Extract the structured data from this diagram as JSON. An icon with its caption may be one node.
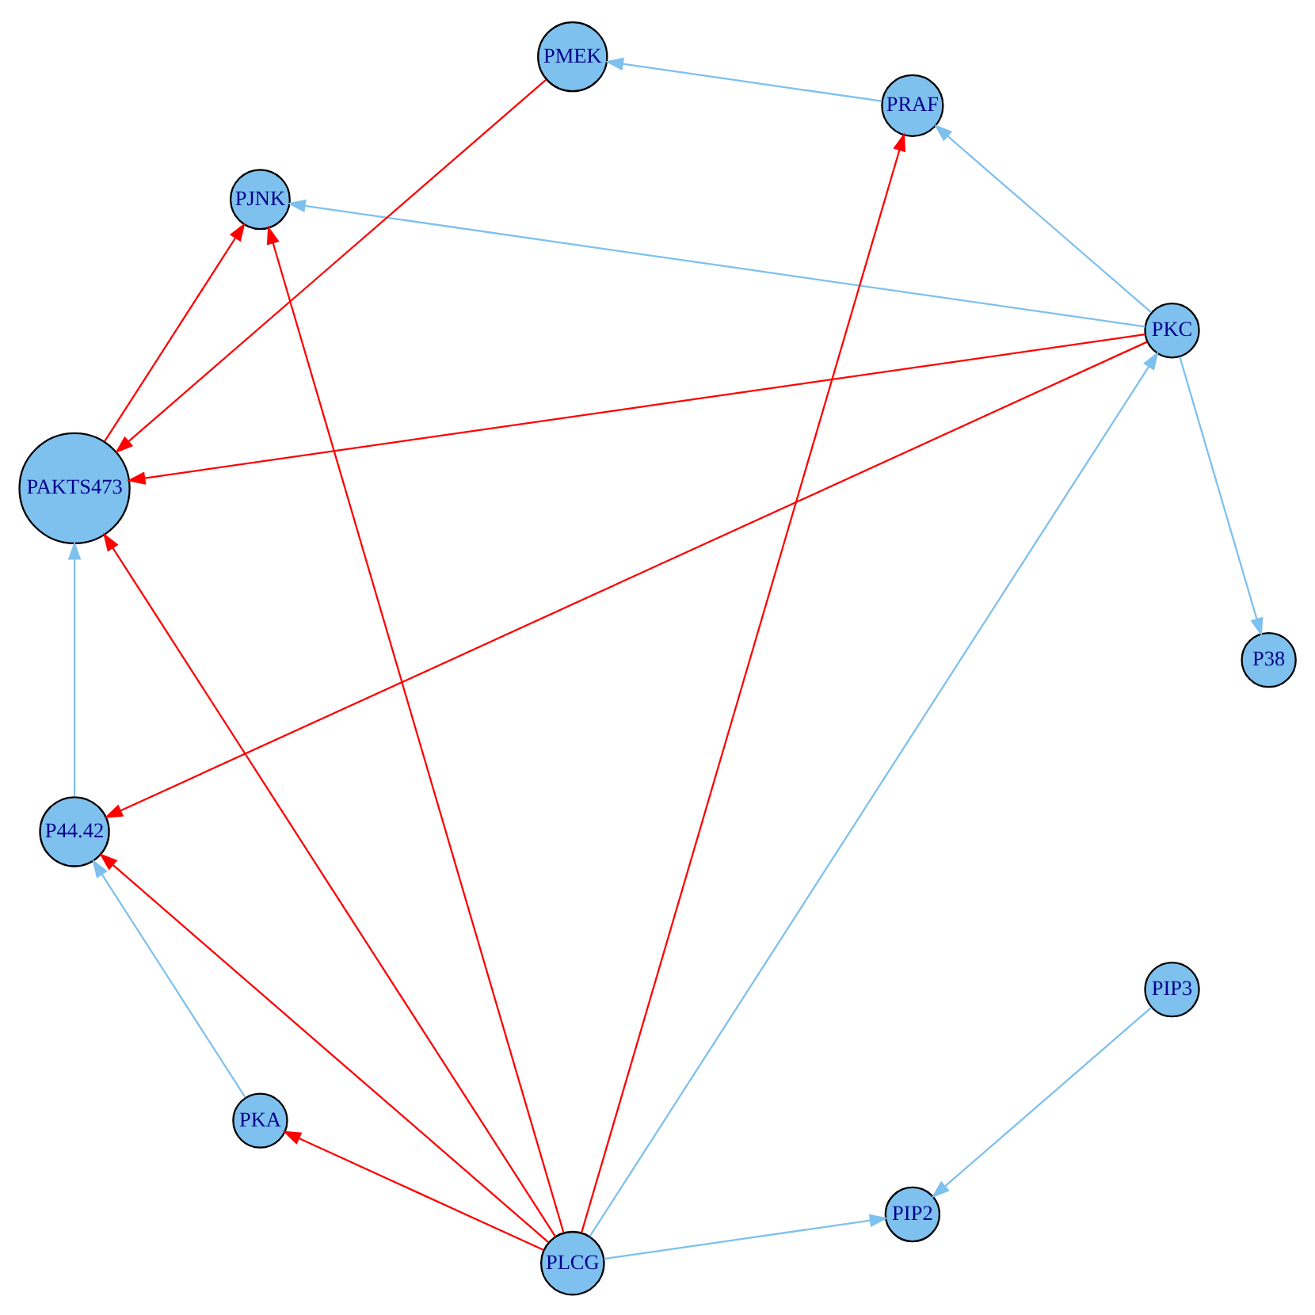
{
  "diagram": {
    "nodes": [
      {
        "text": [
          "PIP2"
        ]
      },
      {
        "text": [
          "PIP3"
        ]
      },
      {
        "text": [
          "PKC"
        ]
      },
      {
        "text": [
          "PKA"
        ]
      },
      {
        "text": [
          "PRAF"
        ]
      },
      {
        "text": [
          "PLCG"
        ]
      },
      {
        "text": [
          "PMEK"
        ]
      },
      {
        "text": [
          "P38"
        ]
      },
      {
        "text": [
          "P44.42"
        ]
      },
      {
        "text": [
          "PJNK"
        ]
      },
      {
        "text": [
          "PAKTS473"
        ]
      }
    ],
    "edges": [
      {
        "from": 1,
        "to": 0,
        "arrow": "to",
        "color": "#7ec0ee"
      },
      {
        "from": 5,
        "to": 0,
        "arrow": "to",
        "color": "#7ec0ee"
      },
      {
        "from": 5,
        "to": 2,
        "arrow": "to",
        "color": "#7ec0ee"
      },
      {
        "from": 5,
        "to": 3,
        "arrow": "to",
        "color": "#ff0000"
      },
      {
        "from": 5,
        "to": 4,
        "arrow": "to",
        "color": "#ff0000"
      },
      {
        "from": 5,
        "to": 8,
        "arrow": "to",
        "color": "#ff0000"
      },
      {
        "from": 5,
        "to": 10,
        "arrow": "to",
        "color": "#ff0000"
      },
      {
        "from": 5,
        "to": 9,
        "arrow": "to",
        "color": "#ff0000"
      },
      {
        "from": 2,
        "to": 4,
        "arrow": "to",
        "color": "#7ec0ee"
      },
      {
        "from": 2,
        "to": 8,
        "arrow": "to",
        "color": "#ff0000"
      },
      {
        "from": 2,
        "to": 10,
        "arrow": "to",
        "color": "#ff0000"
      },
      {
        "from": 2,
        "to": 9,
        "arrow": "to",
        "color": "#7ec0ee"
      },
      {
        "from": 2,
        "to": 7,
        "arrow": "to",
        "color": "#7ec0ee"
      },
      {
        "from": 3,
        "to": 8,
        "arrow": "to",
        "color": "#7ec0ee"
      },
      {
        "from": 4,
        "to": 6,
        "arrow": "to",
        "color": "#7ec0ee"
      },
      {
        "from": 6,
        "to": 10,
        "arrow": "to",
        "color": "#ff0000"
      },
      {
        "from": 8,
        "to": 10,
        "arrow": "to",
        "color": "#7ec0ee"
      },
      {
        "from": 10,
        "to": 9,
        "arrow": "to",
        "color": "#ff0000"
      }
    ]
  }
}
